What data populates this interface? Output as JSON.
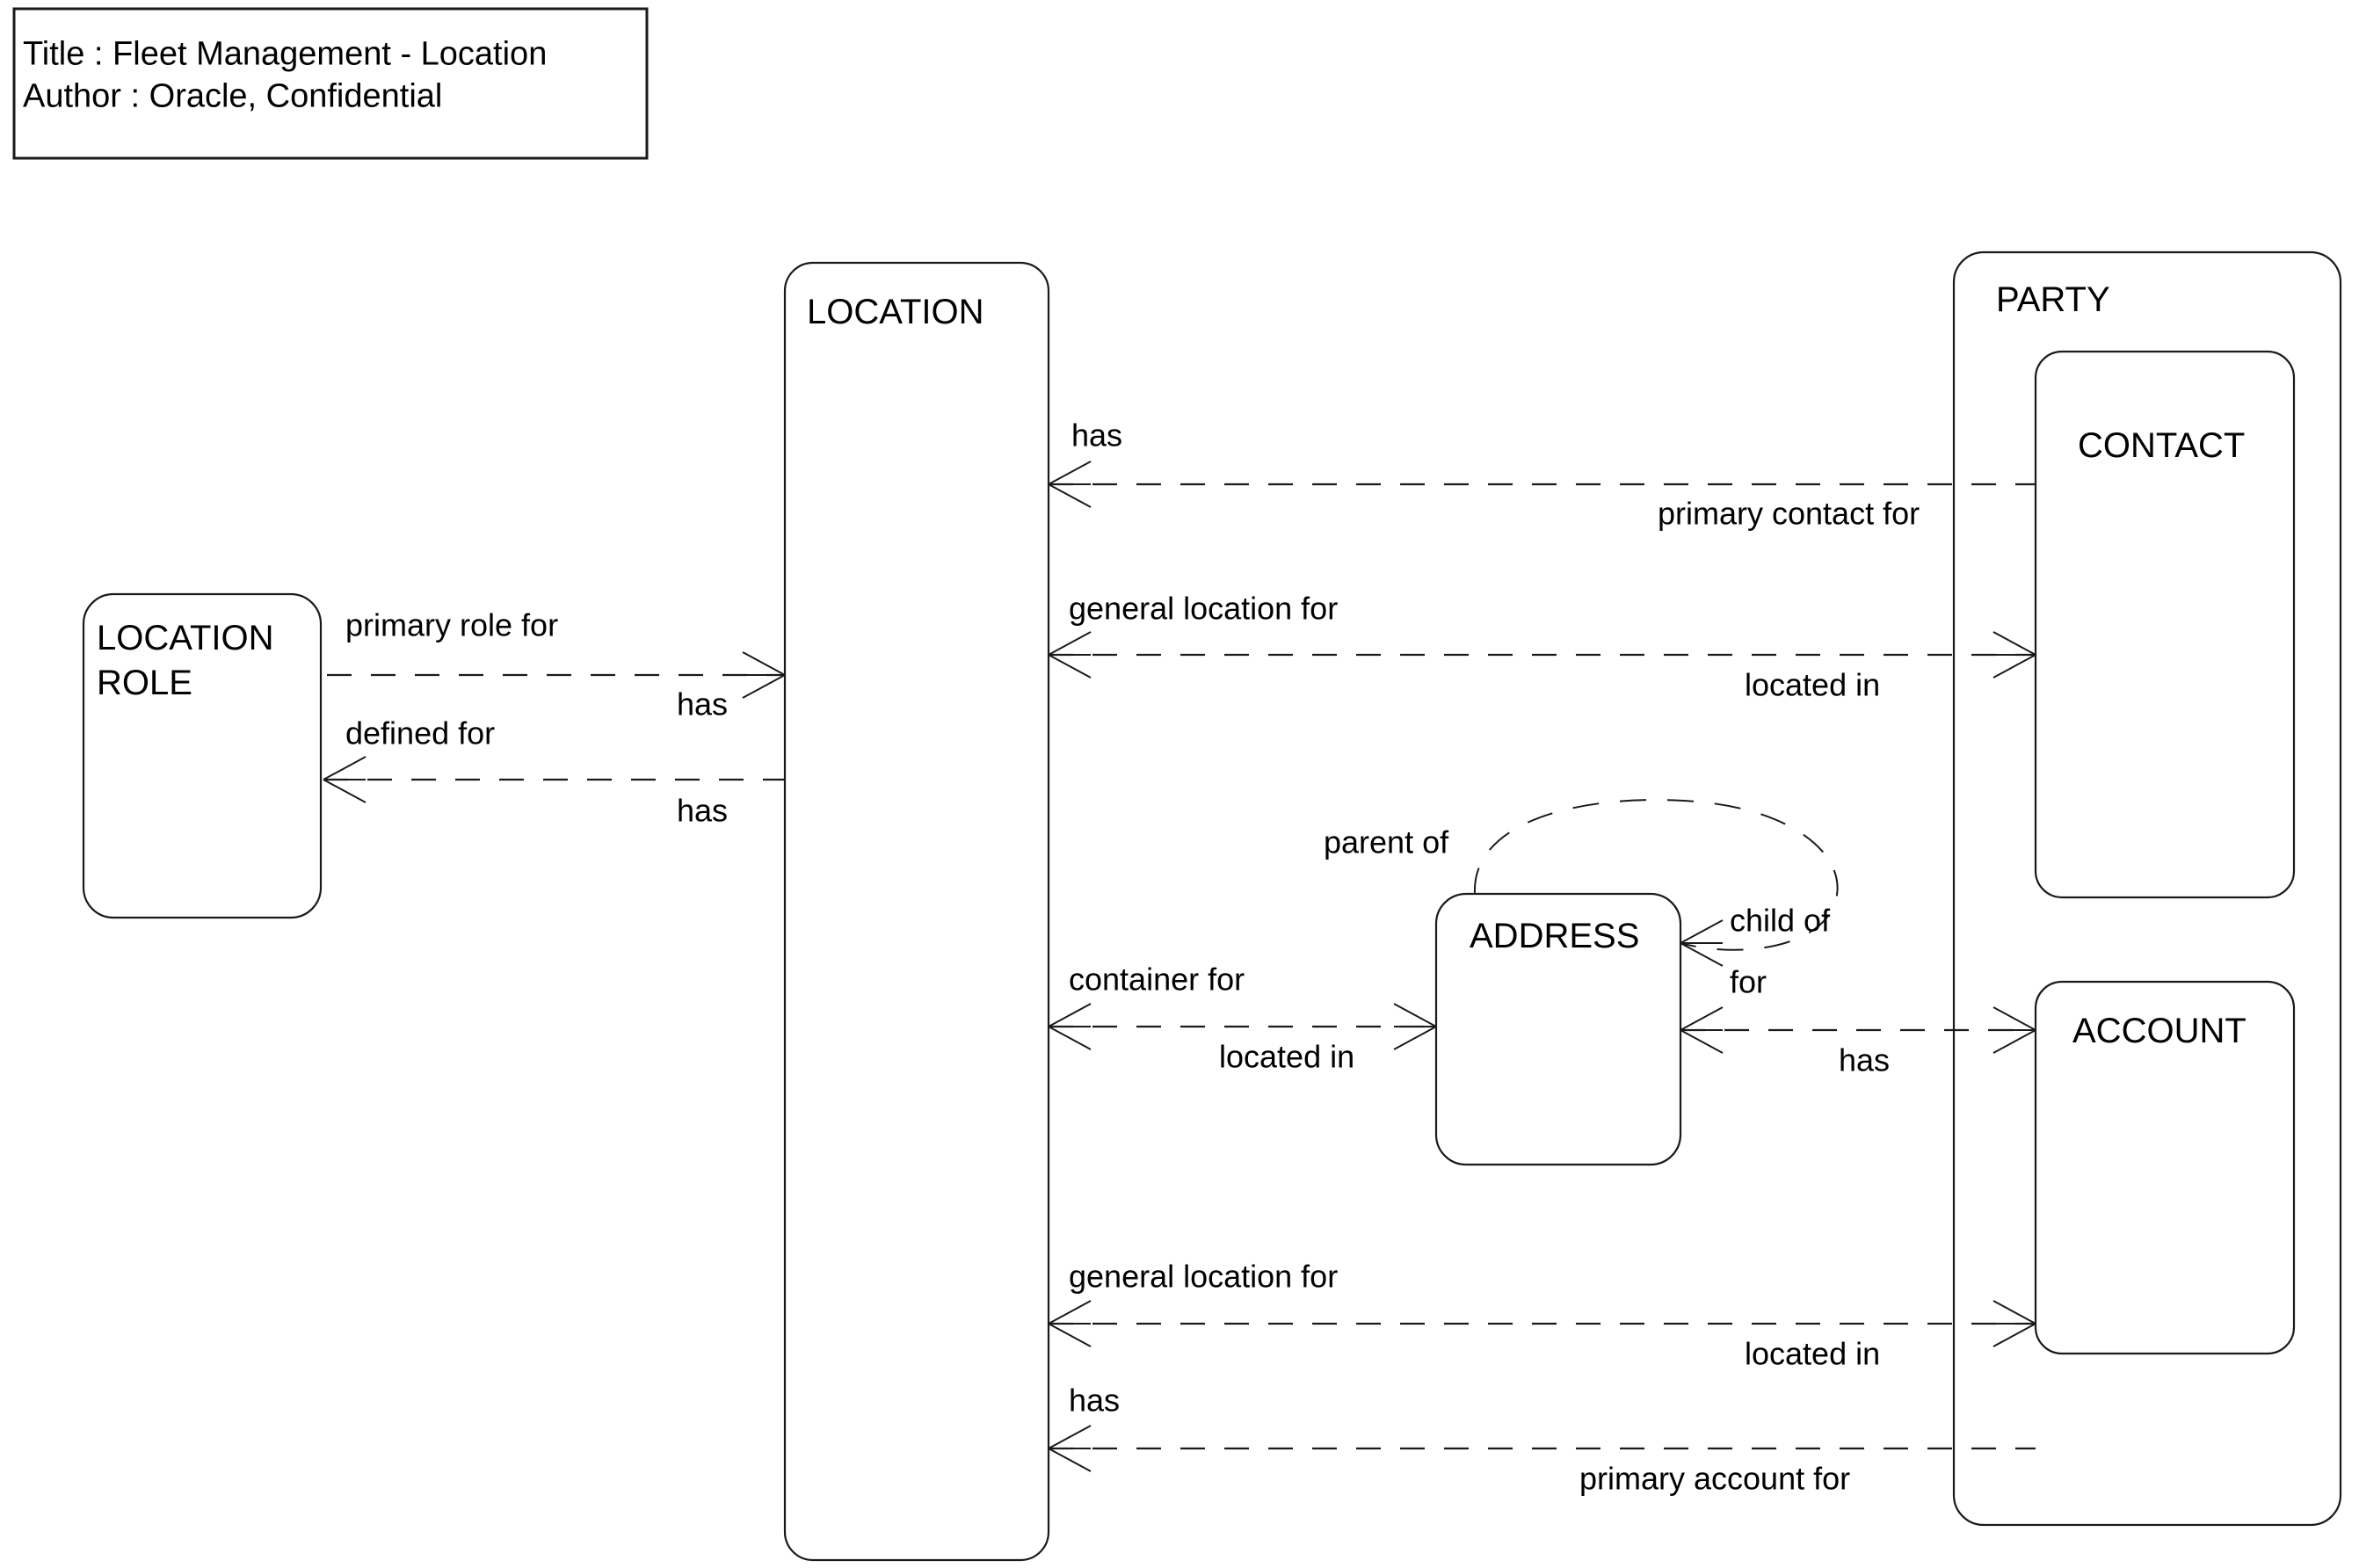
{
  "title_box": {
    "line1": "Title : Fleet Management - Location",
    "line2": "Author : Oracle, Confidential"
  },
  "diagram": {
    "type": "entity-relationship",
    "stroke_color": "#1a1a1a",
    "background_color": "#ffffff",
    "entities": [
      {
        "id": "location_role",
        "label": "LOCATION ROLE",
        "label_line1": "LOCATION",
        "label_line2": "ROLE"
      },
      {
        "id": "location",
        "label": "LOCATION"
      },
      {
        "id": "address",
        "label": "ADDRESS"
      },
      {
        "id": "party",
        "label": "PARTY"
      },
      {
        "id": "contact",
        "label": "CONTACT"
      },
      {
        "id": "account",
        "label": "ACCOUNT"
      }
    ],
    "relationships": [
      {
        "id": "rel-primary-role",
        "from": "location_role",
        "to": "location",
        "from_label": "primary role for",
        "to_label": "has",
        "style": "dashed"
      },
      {
        "id": "rel-defined-for",
        "from": "location_role",
        "to": "location",
        "from_label": "defined for",
        "to_label": "has",
        "style": "dashed"
      },
      {
        "id": "rel-has-primary-contact",
        "from": "location",
        "to": "contact",
        "from_label": "has",
        "to_label": "primary contact for",
        "style": "dashed"
      },
      {
        "id": "rel-general-location-contact",
        "from": "location",
        "to": "contact",
        "from_label": "general location for",
        "to_label": "located in",
        "style": "dashed"
      },
      {
        "id": "rel-container-for",
        "from": "location",
        "to": "address",
        "from_label": "container for",
        "to_label": "located in",
        "style": "dashed"
      },
      {
        "id": "rel-address-self",
        "from": "address",
        "to": "address",
        "from_label": "parent of",
        "to_label": "child of",
        "style": "dashed"
      },
      {
        "id": "rel-address-account",
        "from": "address",
        "to": "account",
        "from_label": "for",
        "to_label": "has",
        "style": "dashed"
      },
      {
        "id": "rel-general-location-account",
        "from": "location",
        "to": "account",
        "from_label": "general location for",
        "to_label": "located in",
        "style": "dashed"
      },
      {
        "id": "rel-has-primary-account",
        "from": "location",
        "to": "account",
        "from_label": "has",
        "to_label": "primary account for",
        "style": "dashed"
      }
    ]
  },
  "labels": {
    "location_role_l1": "LOCATION",
    "location_role_l2": "ROLE",
    "location": "LOCATION",
    "address": "ADDRESS",
    "party": "PARTY",
    "contact": "CONTACT",
    "account": "ACCOUNT",
    "primary_role_for": "primary role for",
    "has_1": "has",
    "defined_for": "defined for",
    "has_2": "has",
    "has_3": "has",
    "primary_contact_for": "primary contact for",
    "general_location_for_1": "general location for",
    "located_in_1": "located in",
    "container_for": "container for",
    "located_in_2": "located in",
    "parent_of": "parent of",
    "child_of": "child of",
    "for_label": "for",
    "has_4": "has",
    "general_location_for_2": "general location for",
    "located_in_3": "located in",
    "has_5": "has",
    "primary_account_for": "primary account for"
  }
}
